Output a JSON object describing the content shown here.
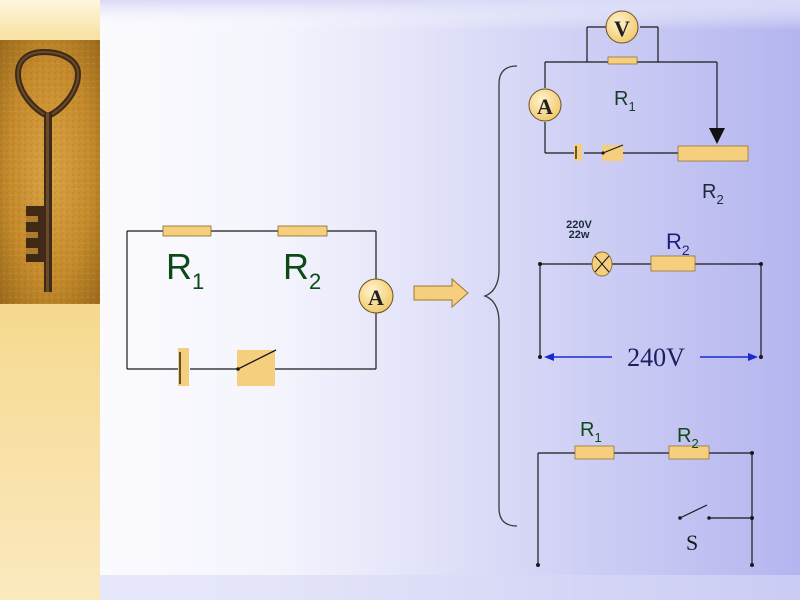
{
  "main_circuit": {
    "r1_label": "R",
    "r1_sub": "1",
    "r2_label": "R",
    "r2_sub": "2",
    "ammeter_label": "A"
  },
  "circuit_a": {
    "voltmeter_label": "V",
    "ammeter_label": "A",
    "r1_label": "R",
    "r1_sub": "1",
    "r2_label": "R",
    "r2_sub": "2"
  },
  "circuit_b": {
    "lamp_voltage": "220V",
    "lamp_power": "22w",
    "r2_label": "R",
    "r2_sub": "2",
    "supply_voltage": "240V"
  },
  "circuit_c": {
    "r1_label": "R",
    "r1_sub": "1",
    "r2_label": "R",
    "r2_sub": "2",
    "switch_label": "S"
  },
  "colors": {
    "component_fill": "#F5CF7E",
    "wire": "#1a1a1a",
    "label_green": "#0d4a16",
    "label_dark": "#1a2a3a",
    "label_blue": "#1a1f7a",
    "arrow_blue": "#1a2ad0"
  },
  "icons": {
    "key_photo": "old-iron-key-icon",
    "transform_arrow": "right-arrow-icon",
    "brace": "left-curly-brace-icon"
  }
}
